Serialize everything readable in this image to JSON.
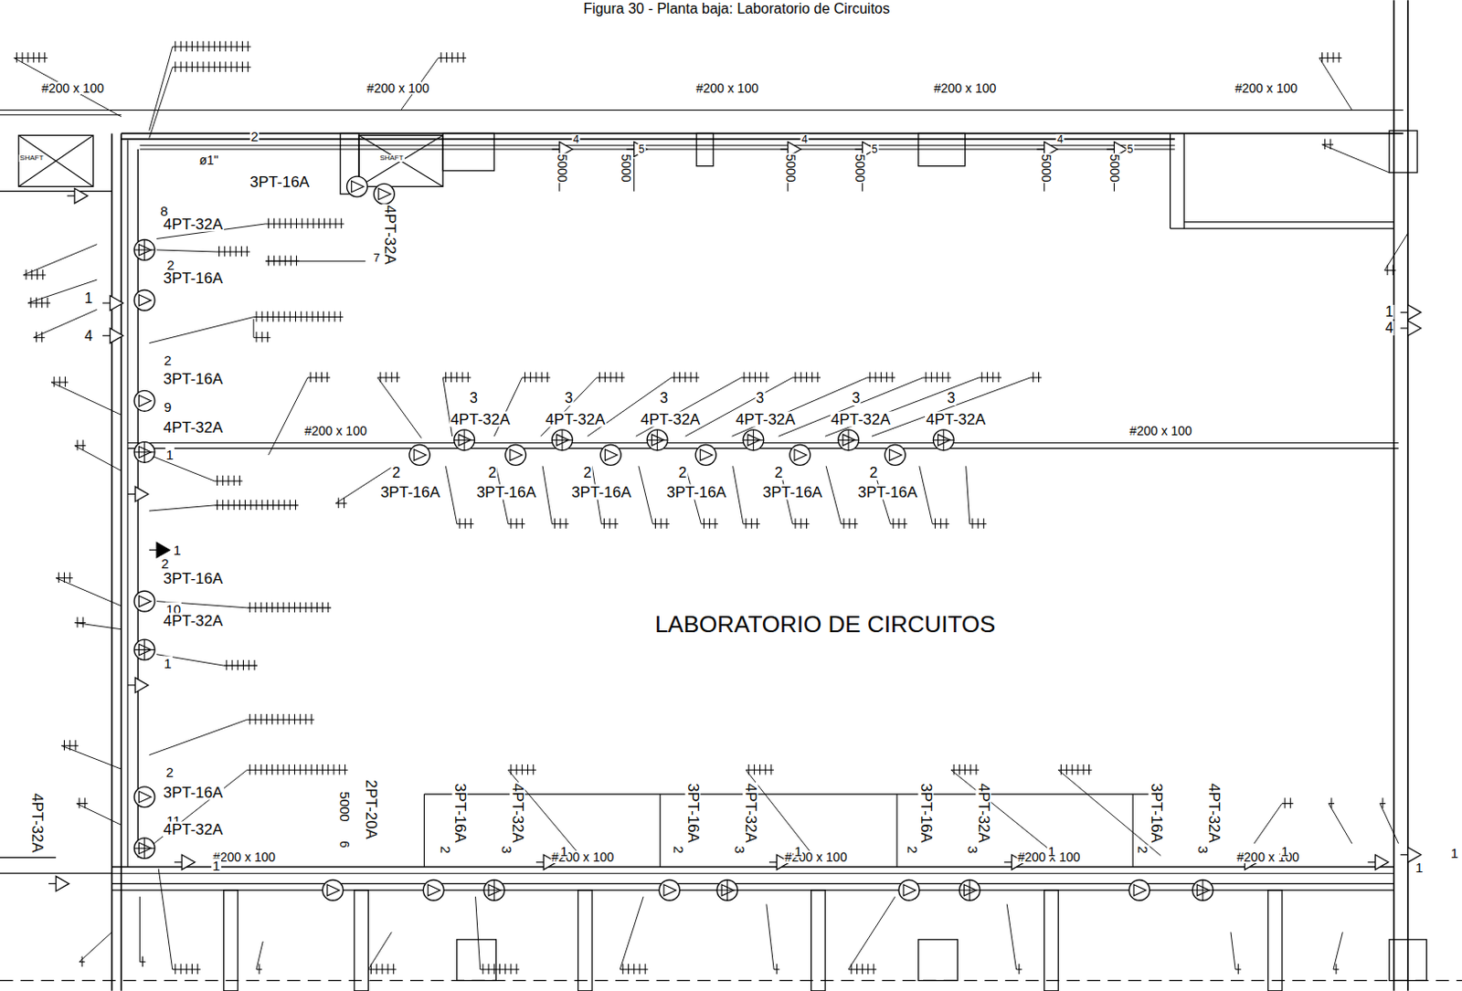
{
  "diagram": {
    "title": "Figura 30 - Planta baja: Laboratorio de Circuitos",
    "labels": [
      "#200 x 100",
      "#200 x 100",
      "#200 x 100",
      "#200 x 100",
      "#200 x 100",
      "SHAFT",
      "SHAFT",
      "2",
      "ø1\"",
      "3PT-16A",
      "4PT-32A",
      "7",
      "5000",
      "4",
      "5000",
      "5",
      "5000",
      "4",
      "5000",
      "5",
      "5000",
      "4",
      "5000",
      "5",
      "8",
      "4PT-32A",
      "2",
      "3PT-16A",
      "1",
      "4",
      "2",
      "3PT-16A",
      "9",
      "4PT-32A",
      "1",
      "#200 x 100",
      "#200 x 100",
      "3",
      "3",
      "3",
      "3",
      "3",
      "3",
      "4PT-32A",
      "4PT-32A",
      "4PT-32A",
      "4PT-32A",
      "4PT-32A",
      "4PT-32A",
      "2",
      "2",
      "2",
      "2",
      "2",
      "2",
      "3PT-16A",
      "3PT-16A",
      "3PT-16A",
      "3PT-16A",
      "3PT-16A",
      "3PT-16A",
      "1",
      "2",
      "3PT-16A",
      "10",
      "4PT-32A",
      "1",
      "LABORATORIO DE CIRCUITOS",
      "2",
      "3PT-16A",
      "11",
      "4PT-32A",
      "4PT-32A",
      "#200 x 100",
      "5000",
      "2PT-20A",
      "6",
      "3PT-16A",
      "2",
      "4PT-32A",
      "3",
      "3PT-16A",
      "2",
      "4PT-32A",
      "3",
      "3PT-16A",
      "2",
      "4PT-32A",
      "3",
      "3PT-16A",
      "2",
      "4PT-32A",
      "3",
      "#200 x 100",
      "#200 x 100",
      "#200 x 100",
      "#200 x 100",
      "1",
      "1",
      "1",
      "1",
      "1",
      "1",
      "1",
      "1",
      "4"
    ]
  }
}
